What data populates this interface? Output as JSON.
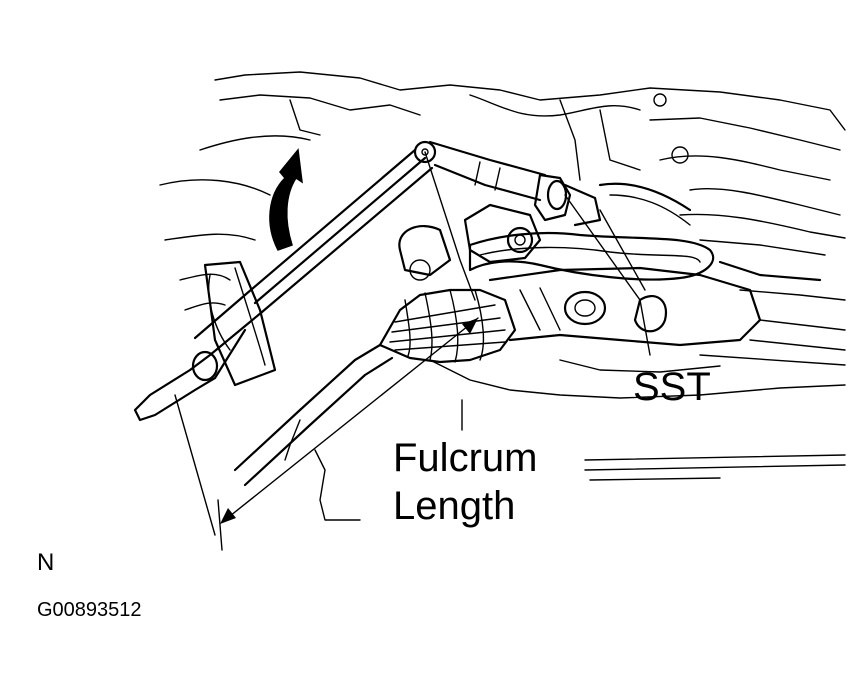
{
  "labels": {
    "sst": "SST",
    "fulcrum_line1": "Fulcrum",
    "fulcrum_line2": "Length",
    "view_marker": "N",
    "figure_code": "G00893512"
  },
  "colors": {
    "ink": "#000000",
    "background": "#ffffff"
  },
  "icons": [
    "rotation-arrow-icon",
    "dimension-arrow-icon"
  ]
}
